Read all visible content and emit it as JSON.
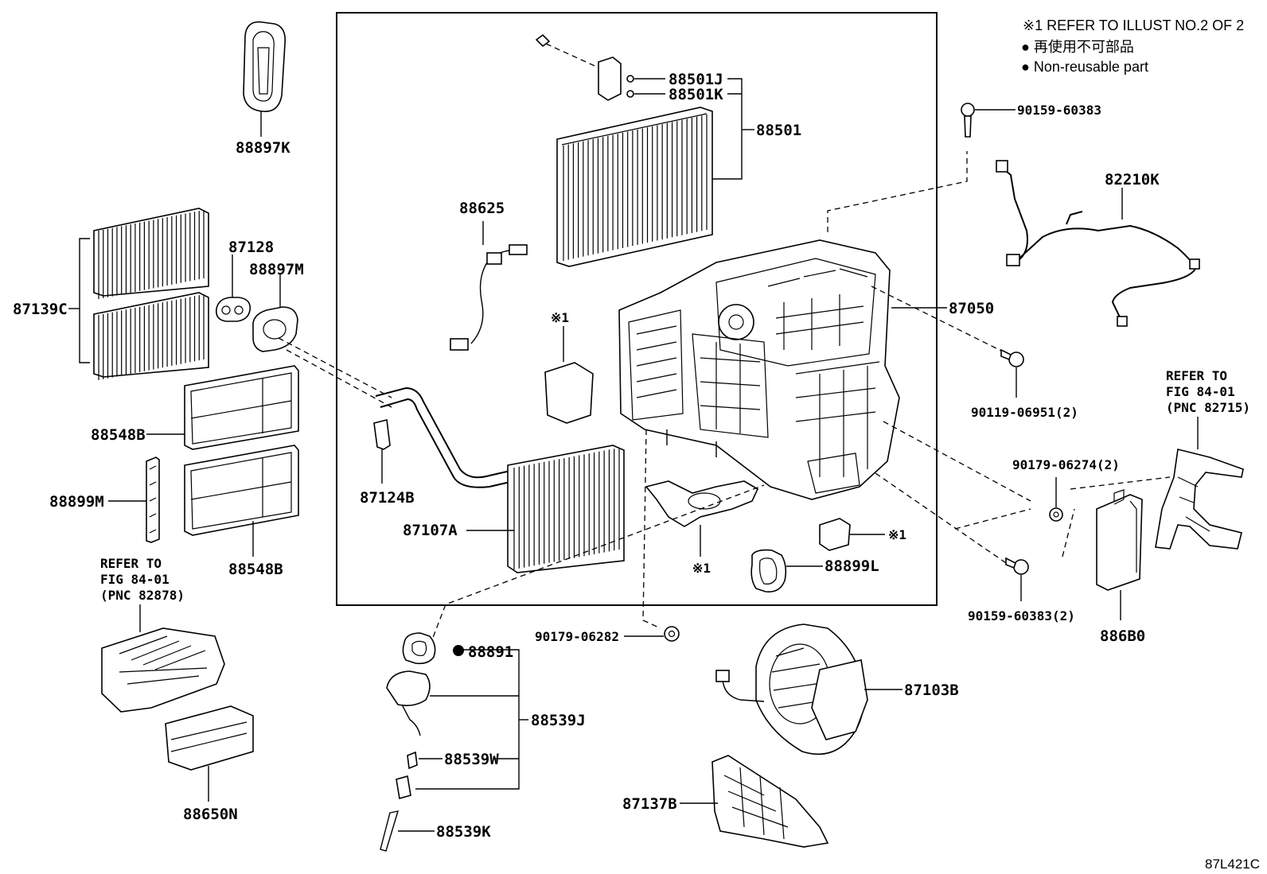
{
  "notes": {
    "refer_illust": "※1 REFER TO ILLUST NO.2 OF 2",
    "non_reusable_jp": "● 再使用不可部品",
    "non_reusable_en": "● Non-reusable part"
  },
  "parts": {
    "p88897K": "88897K",
    "p87128": "87128",
    "p88897M": "88897M",
    "p87139C": "87139C",
    "p88548B_top": "88548B",
    "p88899M": "88899M",
    "p88548B_bottom": "88548B",
    "p88501J": "88501J",
    "p88501K": "88501K",
    "p88501": "88501",
    "p88625": "88625",
    "p87124B": "87124B",
    "p87107A": "87107A",
    "p87050": "87050",
    "p88899L": "88899L",
    "p90159_60383": "90159-60383",
    "p82210K": "82210K",
    "p90119_06951": "90119-06951(2)",
    "p90179_06274": "90179-06274(2)",
    "p90159_60383_2": "90159-60383(2)",
    "p886B0": "886B0",
    "p90179_06282": "90179-06282",
    "p88891": "88891",
    "p88539J": "88539J",
    "p88539W": "88539W",
    "p88539K": "88539K",
    "p87103B": "87103B",
    "p87137B": "87137B",
    "p88650N": "88650N"
  },
  "refs": {
    "ref1_line1": "REFER TO",
    "ref1_line2": "FIG 84-01",
    "ref1_line3": "(PNC 82878)",
    "ref2_line1": "REFER TO",
    "ref2_line2": "FIG 84-01",
    "ref2_line3": "(PNC 82715)"
  },
  "marks": {
    "ref_mark_a": "※1",
    "ref_mark_b": "※1",
    "ref_mark_c": "※1"
  },
  "bullet": "●",
  "diagram_code": "87L421C"
}
